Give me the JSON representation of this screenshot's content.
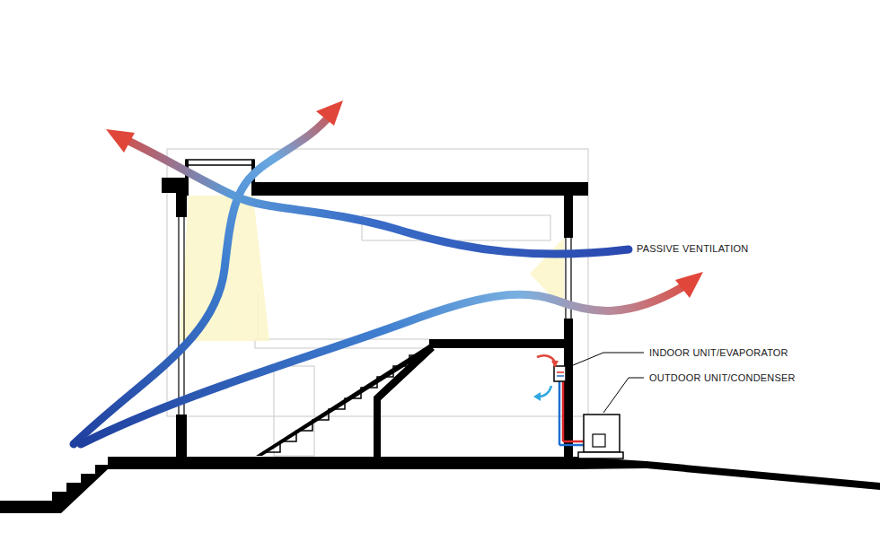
{
  "diagram": {
    "labels": [
      "PASSIVE VENTILATION",
      "INDOOR UNIT/EVAPORATOR",
      "OUTDOOR UNIT/CONDENSER"
    ]
  }
}
